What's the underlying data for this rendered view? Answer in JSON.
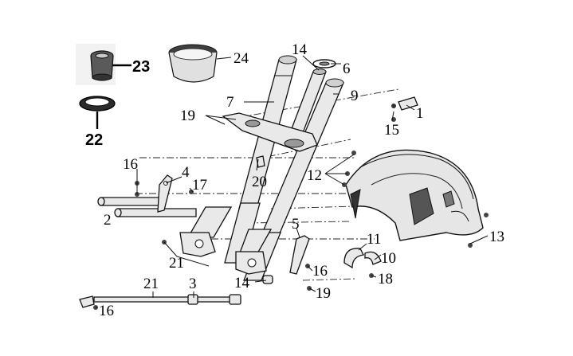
{
  "diagram": {
    "callouts": [
      {
        "id": "n1",
        "label": "1"
      },
      {
        "id": "n2",
        "label": "2"
      },
      {
        "id": "n3",
        "label": "3"
      },
      {
        "id": "n4",
        "label": "4"
      },
      {
        "id": "n5",
        "label": "5"
      },
      {
        "id": "n6",
        "label": "6"
      },
      {
        "id": "n7",
        "label": "7"
      },
      {
        "id": "n9",
        "label": "9"
      },
      {
        "id": "n10",
        "label": "10"
      },
      {
        "id": "n11",
        "label": "11"
      },
      {
        "id": "n12",
        "label": "12"
      },
      {
        "id": "n13",
        "label": "13"
      },
      {
        "id": "n14a",
        "label": "14"
      },
      {
        "id": "n14b",
        "label": "14"
      },
      {
        "id": "n15",
        "label": "15"
      },
      {
        "id": "n16a",
        "label": "16"
      },
      {
        "id": "n16b",
        "label": "16"
      },
      {
        "id": "n16c",
        "label": "16"
      },
      {
        "id": "n17a",
        "label": "17"
      },
      {
        "id": "n17b",
        "label": "17"
      },
      {
        "id": "n18",
        "label": "18"
      },
      {
        "id": "n19a",
        "label": "19"
      },
      {
        "id": "n19b",
        "label": "19"
      },
      {
        "id": "n20",
        "label": "20"
      },
      {
        "id": "n21",
        "label": "21"
      },
      {
        "id": "n22",
        "label": "22"
      },
      {
        "id": "n23",
        "label": "23"
      },
      {
        "id": "n24",
        "label": "24"
      }
    ]
  }
}
